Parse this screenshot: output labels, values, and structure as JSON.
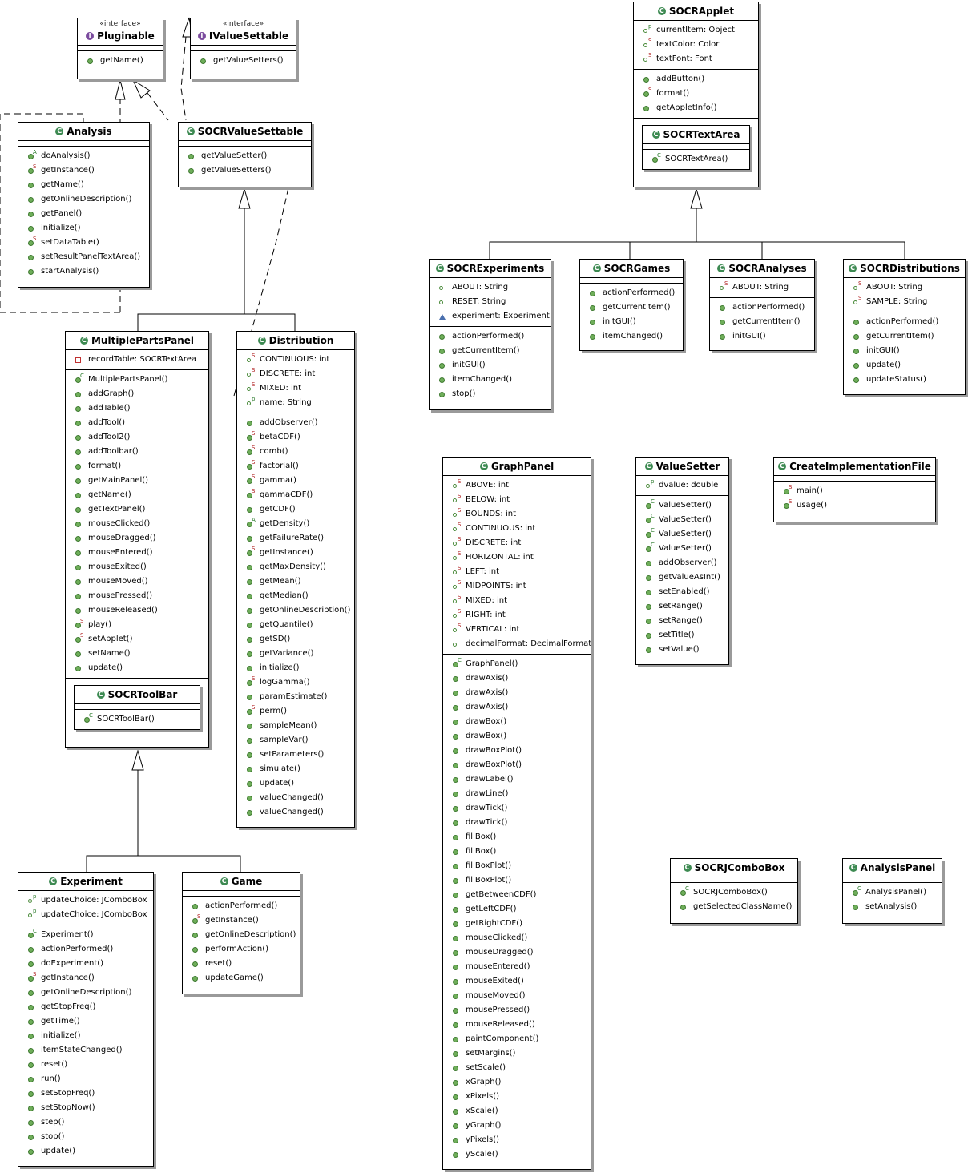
{
  "classes": [
    {
      "name": "Pluginable",
      "stereotype": "«interface»",
      "kind": "interface",
      "fields": [],
      "methods": [
        {
          "text": "getName()",
          "mark": "dot"
        }
      ]
    },
    {
      "name": "IValueSettable",
      "stereotype": "«interface»",
      "kind": "interface",
      "fields": [],
      "methods": [
        {
          "text": "getValueSetters()",
          "mark": "dot"
        }
      ]
    },
    {
      "name": "Analysis",
      "kind": "abstract",
      "fields": [],
      "methods": [
        {
          "text": "doAnalysis()",
          "mark": "dot",
          "sup": "A"
        },
        {
          "text": "getInstance()",
          "mark": "dot",
          "sup": "S"
        },
        {
          "text": "getName()",
          "mark": "dot"
        },
        {
          "text": "getOnlineDescription()",
          "mark": "dot"
        },
        {
          "text": "getPanel()",
          "mark": "dot"
        },
        {
          "text": "initialize()",
          "mark": "dot"
        },
        {
          "text": "setDataTable()",
          "mark": "dot",
          "sup": "S"
        },
        {
          "text": "setResultPanelTextArea()",
          "mark": "dot"
        },
        {
          "text": "startAnalysis()",
          "mark": "dot"
        }
      ]
    },
    {
      "name": "SOCRValueSettable",
      "kind": "abstract",
      "fields": [],
      "methods": [
        {
          "text": "getValueSetter()",
          "mark": "dot"
        },
        {
          "text": "getValueSetters()",
          "mark": "dot"
        }
      ]
    },
    {
      "name": "SOCRApplet",
      "kind": "abstract",
      "fields": [
        {
          "text": "currentItem: Object",
          "mark": "small",
          "sup": "p"
        },
        {
          "text": "textColor: Color",
          "mark": "small",
          "sup": "S"
        },
        {
          "text": "textFont: Font",
          "mark": "small",
          "sup": "S"
        }
      ],
      "methods": [
        {
          "text": "addButton()",
          "mark": "dot"
        },
        {
          "text": "format()",
          "mark": "dot",
          "sup": "S"
        },
        {
          "text": "getAppletInfo()",
          "mark": "dot"
        }
      ],
      "nested": {
        "name": "SOCRTextArea",
        "methods": [
          {
            "text": "SOCRTextArea()",
            "mark": "dot",
            "sup": "C"
          }
        ]
      }
    },
    {
      "name": "SOCRExperiments",
      "kind": "class",
      "fields": [
        {
          "text": "ABOUT: String",
          "mark": "small"
        },
        {
          "text": "RESET: String",
          "mark": "small"
        },
        {
          "text": "experiment: Experiment",
          "mark": "tri"
        }
      ],
      "methods": [
        {
          "text": "actionPerformed()",
          "mark": "dot"
        },
        {
          "text": "getCurrentItem()",
          "mark": "dot"
        },
        {
          "text": "initGUI()",
          "mark": "dot"
        },
        {
          "text": "itemChanged()",
          "mark": "dot"
        },
        {
          "text": "stop()",
          "mark": "dot"
        }
      ]
    },
    {
      "name": "SOCRGames",
      "kind": "class",
      "fields": [],
      "methods": [
        {
          "text": "actionPerformed()",
          "mark": "dot"
        },
        {
          "text": "getCurrentItem()",
          "mark": "dot"
        },
        {
          "text": "initGUI()",
          "mark": "dot"
        },
        {
          "text": "itemChanged()",
          "mark": "dot"
        }
      ]
    },
    {
      "name": "SOCRAnalyses",
      "kind": "class",
      "fields": [
        {
          "text": "ABOUT: String",
          "mark": "small",
          "sup": "S"
        }
      ],
      "methods": [
        {
          "text": "actionPerformed()",
          "mark": "dot"
        },
        {
          "text": "getCurrentItem()",
          "mark": "dot"
        },
        {
          "text": "initGUI()",
          "mark": "dot"
        }
      ]
    },
    {
      "name": "SOCRDistributions",
      "kind": "class",
      "fields": [
        {
          "text": "ABOUT: String",
          "mark": "small",
          "sup": "S"
        },
        {
          "text": "SAMPLE: String",
          "mark": "small",
          "sup": "S"
        }
      ],
      "methods": [
        {
          "text": "actionPerformed()",
          "mark": "dot"
        },
        {
          "text": "getCurrentItem()",
          "mark": "dot"
        },
        {
          "text": "initGUI()",
          "mark": "dot"
        },
        {
          "text": "update()",
          "mark": "dot"
        },
        {
          "text": "updateStatus()",
          "mark": "dot"
        }
      ]
    },
    {
      "name": "MultiplePartsPanel",
      "kind": "class",
      "fields": [
        {
          "text": "recordTable: SOCRTextArea",
          "mark": "sq"
        }
      ],
      "methods": [
        {
          "text": "MultiplePartsPanel()",
          "mark": "dot",
          "sup": "C"
        },
        {
          "text": "addGraph()",
          "mark": "dot"
        },
        {
          "text": "addTable()",
          "mark": "dot"
        },
        {
          "text": "addTool()",
          "mark": "dot"
        },
        {
          "text": "addTool2()",
          "mark": "dot"
        },
        {
          "text": "addToolbar()",
          "mark": "dot"
        },
        {
          "text": "format()",
          "mark": "dot"
        },
        {
          "text": "getMainPanel()",
          "mark": "dot"
        },
        {
          "text": "getName()",
          "mark": "dot"
        },
        {
          "text": "getTextPanel()",
          "mark": "dot"
        },
        {
          "text": "mouseClicked()",
          "mark": "dot"
        },
        {
          "text": "mouseDragged()",
          "mark": "dot"
        },
        {
          "text": "mouseEntered()",
          "mark": "dot"
        },
        {
          "text": "mouseExited()",
          "mark": "dot"
        },
        {
          "text": "mouseMoved()",
          "mark": "dot"
        },
        {
          "text": "mousePressed()",
          "mark": "dot"
        },
        {
          "text": "mouseReleased()",
          "mark": "dot"
        },
        {
          "text": "play()",
          "mark": "dot",
          "sup": "S"
        },
        {
          "text": "setApplet()",
          "mark": "dot",
          "sup": "S"
        },
        {
          "text": "setName()",
          "mark": "dot"
        },
        {
          "text": "update()",
          "mark": "dot"
        }
      ],
      "nested": {
        "name": "SOCRToolBar",
        "methods": [
          {
            "text": "SOCRToolBar()",
            "mark": "dot",
            "sup": "C"
          }
        ]
      }
    },
    {
      "name": "Distribution",
      "kind": "abstract",
      "fields": [
        {
          "text": "CONTINUOUS: int",
          "mark": "small",
          "sup": "S"
        },
        {
          "text": "DISCRETE: int",
          "mark": "small",
          "sup": "S"
        },
        {
          "text": "MIXED: int",
          "mark": "small",
          "sup": "S"
        },
        {
          "text": "name: String",
          "mark": "small",
          "sup": "p"
        }
      ],
      "methods": [
        {
          "text": "addObserver()",
          "mark": "dot"
        },
        {
          "text": "betaCDF()",
          "mark": "dot",
          "sup": "S"
        },
        {
          "text": "comb()",
          "mark": "dot",
          "sup": "S"
        },
        {
          "text": "factorial()",
          "mark": "dot",
          "sup": "S"
        },
        {
          "text": "gamma()",
          "mark": "dot",
          "sup": "S"
        },
        {
          "text": "gammaCDF()",
          "mark": "dot",
          "sup": "S"
        },
        {
          "text": "getCDF()",
          "mark": "dot"
        },
        {
          "text": "getDensity()",
          "mark": "dot",
          "sup": "A"
        },
        {
          "text": "getFailureRate()",
          "mark": "dot"
        },
        {
          "text": "getInstance()",
          "mark": "dot",
          "sup": "S"
        },
        {
          "text": "getMaxDensity()",
          "mark": "dot"
        },
        {
          "text": "getMean()",
          "mark": "dot"
        },
        {
          "text": "getMedian()",
          "mark": "dot"
        },
        {
          "text": "getOnlineDescription()",
          "mark": "dot"
        },
        {
          "text": "getQuantile()",
          "mark": "dot"
        },
        {
          "text": "getSD()",
          "mark": "dot"
        },
        {
          "text": "getVariance()",
          "mark": "dot"
        },
        {
          "text": "initialize()",
          "mark": "dot"
        },
        {
          "text": "logGamma()",
          "mark": "dot",
          "sup": "S"
        },
        {
          "text": "paramEstimate()",
          "mark": "dot"
        },
        {
          "text": "perm()",
          "mark": "dot",
          "sup": "S"
        },
        {
          "text": "sampleMean()",
          "mark": "dot"
        },
        {
          "text": "sampleVar()",
          "mark": "dot"
        },
        {
          "text": "setParameters()",
          "mark": "dot"
        },
        {
          "text": "simulate()",
          "mark": "dot"
        },
        {
          "text": "update()",
          "mark": "dot"
        },
        {
          "text": "valueChanged()",
          "mark": "dot"
        },
        {
          "text": "valueChanged()",
          "mark": "dot"
        }
      ]
    },
    {
      "name": "GraphPanel",
      "kind": "class",
      "fields": [
        {
          "text": "ABOVE: int",
          "mark": "small",
          "sup": "S"
        },
        {
          "text": "BELOW: int",
          "mark": "small",
          "sup": "S"
        },
        {
          "text": "BOUNDS: int",
          "mark": "small",
          "sup": "S"
        },
        {
          "text": "CONTINUOUS: int",
          "mark": "small",
          "sup": "S"
        },
        {
          "text": "DISCRETE: int",
          "mark": "small",
          "sup": "S"
        },
        {
          "text": "HORIZONTAL: int",
          "mark": "small",
          "sup": "S"
        },
        {
          "text": "LEFT: int",
          "mark": "small",
          "sup": "S"
        },
        {
          "text": "MIDPOINTS: int",
          "mark": "small",
          "sup": "S"
        },
        {
          "text": "MIXED: int",
          "mark": "small",
          "sup": "S"
        },
        {
          "text": "RIGHT: int",
          "mark": "small",
          "sup": "S"
        },
        {
          "text": "VERTICAL: int",
          "mark": "small",
          "sup": "S"
        },
        {
          "text": "decimalFormat: DecimalFormat",
          "mark": "small"
        }
      ],
      "methods": [
        {
          "text": "GraphPanel()",
          "mark": "dot",
          "sup": "C"
        },
        {
          "text": "drawAxis()",
          "mark": "dot"
        },
        {
          "text": "drawAxis()",
          "mark": "dot"
        },
        {
          "text": "drawAxis()",
          "mark": "dot"
        },
        {
          "text": "drawBox()",
          "mark": "dot"
        },
        {
          "text": "drawBox()",
          "mark": "dot"
        },
        {
          "text": "drawBoxPlot()",
          "mark": "dot"
        },
        {
          "text": "drawBoxPlot()",
          "mark": "dot"
        },
        {
          "text": "drawLabel()",
          "mark": "dot"
        },
        {
          "text": "drawLine()",
          "mark": "dot"
        },
        {
          "text": "drawTick()",
          "mark": "dot"
        },
        {
          "text": "drawTick()",
          "mark": "dot"
        },
        {
          "text": "fillBox()",
          "mark": "dot"
        },
        {
          "text": "fillBox()",
          "mark": "dot"
        },
        {
          "text": "fillBoxPlot()",
          "mark": "dot"
        },
        {
          "text": "fillBoxPlot()",
          "mark": "dot"
        },
        {
          "text": "getBetweenCDF()",
          "mark": "dot"
        },
        {
          "text": "getLeftCDF()",
          "mark": "dot"
        },
        {
          "text": "getRightCDF()",
          "mark": "dot"
        },
        {
          "text": "mouseClicked()",
          "mark": "dot"
        },
        {
          "text": "mouseDragged()",
          "mark": "dot"
        },
        {
          "text": "mouseEntered()",
          "mark": "dot"
        },
        {
          "text": "mouseExited()",
          "mark": "dot"
        },
        {
          "text": "mouseMoved()",
          "mark": "dot"
        },
        {
          "text": "mousePressed()",
          "mark": "dot"
        },
        {
          "text": "mouseReleased()",
          "mark": "dot"
        },
        {
          "text": "paintComponent()",
          "mark": "dot"
        },
        {
          "text": "setMargins()",
          "mark": "dot"
        },
        {
          "text": "setScale()",
          "mark": "dot"
        },
        {
          "text": "xGraph()",
          "mark": "dot"
        },
        {
          "text": "xPixels()",
          "mark": "dot"
        },
        {
          "text": "xScale()",
          "mark": "dot"
        },
        {
          "text": "yGraph()",
          "mark": "dot"
        },
        {
          "text": "yPixels()",
          "mark": "dot"
        },
        {
          "text": "yScale()",
          "mark": "dot"
        }
      ]
    },
    {
      "name": "ValueSetter",
      "kind": "class",
      "fields": [
        {
          "text": "dvalue: double",
          "mark": "small",
          "sup": "p"
        }
      ],
      "methods": [
        {
          "text": "ValueSetter()",
          "mark": "dot",
          "sup": "C"
        },
        {
          "text": "ValueSetter()",
          "mark": "dot",
          "sup": "C"
        },
        {
          "text": "ValueSetter()",
          "mark": "dot",
          "sup": "C"
        },
        {
          "text": "ValueSetter()",
          "mark": "dot",
          "sup": "C"
        },
        {
          "text": "addObserver()",
          "mark": "dot"
        },
        {
          "text": "getValueAsInt()",
          "mark": "dot"
        },
        {
          "text": "setEnabled()",
          "mark": "dot"
        },
        {
          "text": "setRange()",
          "mark": "dot"
        },
        {
          "text": "setRange()",
          "mark": "dot"
        },
        {
          "text": "setTitle()",
          "mark": "dot"
        },
        {
          "text": "setValue()",
          "mark": "dot"
        }
      ]
    },
    {
      "name": "CreateImplementationFile",
      "kind": "class",
      "fields": [],
      "methods": [
        {
          "text": "main()",
          "mark": "dot",
          "sup": "S"
        },
        {
          "text": "usage()",
          "mark": "dot",
          "sup": "S"
        }
      ]
    },
    {
      "name": "Experiment",
      "kind": "class",
      "fields": [
        {
          "text": "updateChoice: JComboBox",
          "mark": "small",
          "sup": "p"
        },
        {
          "text": "updateChoice: JComboBox",
          "mark": "small",
          "sup": "p"
        }
      ],
      "methods": [
        {
          "text": "Experiment()",
          "mark": "dot",
          "sup": "C"
        },
        {
          "text": "actionPerformed()",
          "mark": "dot"
        },
        {
          "text": "doExperiment()",
          "mark": "dot"
        },
        {
          "text": "getInstance()",
          "mark": "dot",
          "sup": "S"
        },
        {
          "text": "getOnlineDescription()",
          "mark": "dot"
        },
        {
          "text": "getStopFreq()",
          "mark": "dot"
        },
        {
          "text": "getTime()",
          "mark": "dot"
        },
        {
          "text": "initialize()",
          "mark": "dot"
        },
        {
          "text": "itemStateChanged()",
          "mark": "dot"
        },
        {
          "text": "reset()",
          "mark": "dot"
        },
        {
          "text": "run()",
          "mark": "dot"
        },
        {
          "text": "setStopFreq()",
          "mark": "dot"
        },
        {
          "text": "setStopNow()",
          "mark": "dot"
        },
        {
          "text": "step()",
          "mark": "dot"
        },
        {
          "text": "stop()",
          "mark": "dot"
        },
        {
          "text": "update()",
          "mark": "dot"
        }
      ]
    },
    {
      "name": "Game",
      "kind": "class",
      "fields": [],
      "methods": [
        {
          "text": "actionPerformed()",
          "mark": "dot"
        },
        {
          "text": "getInstance()",
          "mark": "dot",
          "sup": "S"
        },
        {
          "text": "getOnlineDescription()",
          "mark": "dot"
        },
        {
          "text": "performAction()",
          "mark": "dot"
        },
        {
          "text": "reset()",
          "mark": "dot"
        },
        {
          "text": "updateGame()",
          "mark": "dot"
        }
      ]
    },
    {
      "name": "SOCRJComboBox",
      "kind": "class",
      "fields": [],
      "methods": [
        {
          "text": "SOCRJComboBox()",
          "mark": "dot",
          "sup": "C"
        },
        {
          "text": "getSelectedClassName()",
          "mark": "dot"
        }
      ]
    },
    {
      "name": "AnalysisPanel",
      "kind": "class",
      "fields": [],
      "methods": [
        {
          "text": "AnalysisPanel()",
          "mark": "dot",
          "sup": "C"
        },
        {
          "text": "setAnalysis()",
          "mark": "dot"
        }
      ]
    }
  ]
}
